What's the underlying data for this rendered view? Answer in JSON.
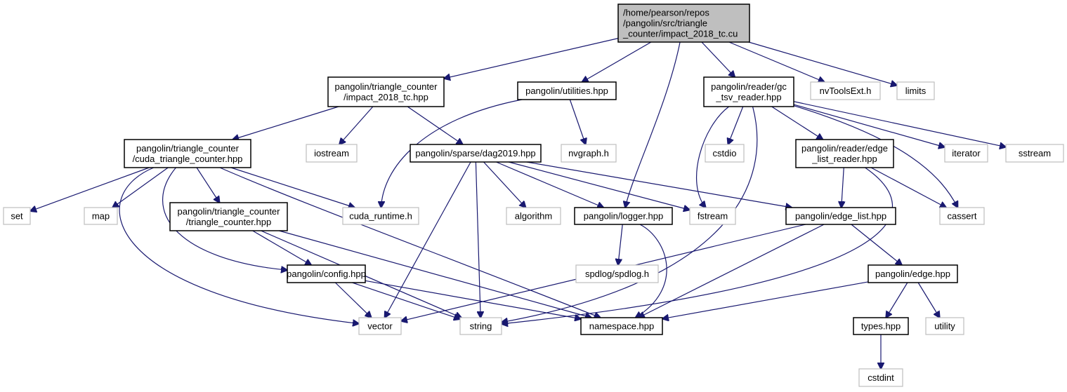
{
  "diagram": {
    "type": "include-dependency-graph",
    "colors": {
      "edge": "#191970",
      "root_fill": "#bfbfbf",
      "root_border": "#000000",
      "documented_border": "#000000",
      "external_border": "#bfbfbf",
      "node_fill": "#ffffff"
    },
    "nodes": [
      {
        "id": "root",
        "kind": "root",
        "lines": [
          "/home/pearson/repos",
          "/pangolin/src/triangle",
          "_counter/impact_2018_tc.cu"
        ]
      },
      {
        "id": "impact_hpp",
        "kind": "documented",
        "lines": [
          "pangolin/triangle_counter",
          "/impact_2018_tc.hpp"
        ]
      },
      {
        "id": "utilities",
        "kind": "documented",
        "lines": [
          "pangolin/utilities.hpp"
        ]
      },
      {
        "id": "gc_tsv",
        "kind": "documented",
        "lines": [
          "pangolin/reader/gc",
          "_tsv_reader.hpp"
        ]
      },
      {
        "id": "nvtools",
        "kind": "external",
        "lines": [
          "nvToolsExt.h"
        ]
      },
      {
        "id": "limits",
        "kind": "external",
        "lines": [
          "limits"
        ]
      },
      {
        "id": "cuda_tc",
        "kind": "documented",
        "lines": [
          "pangolin/triangle_counter",
          "/cuda_triangle_counter.hpp"
        ]
      },
      {
        "id": "iostream",
        "kind": "external",
        "lines": [
          "iostream"
        ]
      },
      {
        "id": "dag2019",
        "kind": "documented",
        "lines": [
          "pangolin/sparse/dag2019.hpp"
        ]
      },
      {
        "id": "nvgraph",
        "kind": "external",
        "lines": [
          "nvgraph.h"
        ]
      },
      {
        "id": "cstdio",
        "kind": "external",
        "lines": [
          "cstdio"
        ]
      },
      {
        "id": "edge_list_reader",
        "kind": "documented",
        "lines": [
          "pangolin/reader/edge",
          "_list_reader.hpp"
        ]
      },
      {
        "id": "iterator",
        "kind": "external",
        "lines": [
          "iterator"
        ]
      },
      {
        "id": "sstream",
        "kind": "external",
        "lines": [
          "sstream"
        ]
      },
      {
        "id": "set",
        "kind": "external",
        "lines": [
          "set"
        ]
      },
      {
        "id": "map",
        "kind": "external",
        "lines": [
          "map"
        ]
      },
      {
        "id": "tc_hpp",
        "kind": "documented",
        "lines": [
          "pangolin/triangle_counter",
          "/triangle_counter.hpp"
        ]
      },
      {
        "id": "cuda_runtime",
        "kind": "external",
        "lines": [
          "cuda_runtime.h"
        ]
      },
      {
        "id": "algorithm",
        "kind": "external",
        "lines": [
          "algorithm"
        ]
      },
      {
        "id": "logger",
        "kind": "documented",
        "lines": [
          "pangolin/logger.hpp"
        ]
      },
      {
        "id": "fstream",
        "kind": "external",
        "lines": [
          "fstream"
        ]
      },
      {
        "id": "edge_list",
        "kind": "documented",
        "lines": [
          "pangolin/edge_list.hpp"
        ]
      },
      {
        "id": "cassert",
        "kind": "external",
        "lines": [
          "cassert"
        ]
      },
      {
        "id": "config",
        "kind": "documented",
        "lines": [
          "pangolin/config.hpp"
        ]
      },
      {
        "id": "spdlog",
        "kind": "external",
        "lines": [
          "spdlog/spdlog.h"
        ]
      },
      {
        "id": "edge",
        "kind": "documented",
        "lines": [
          "pangolin/edge.hpp"
        ]
      },
      {
        "id": "vector",
        "kind": "external",
        "lines": [
          "vector"
        ]
      },
      {
        "id": "string",
        "kind": "external",
        "lines": [
          "string"
        ]
      },
      {
        "id": "namespace",
        "kind": "documented",
        "lines": [
          "namespace.hpp"
        ]
      },
      {
        "id": "types",
        "kind": "documented",
        "lines": [
          "types.hpp"
        ]
      },
      {
        "id": "utility",
        "kind": "external",
        "lines": [
          "utility"
        ]
      },
      {
        "id": "cstdint",
        "kind": "external",
        "lines": [
          "cstdint"
        ]
      }
    ],
    "edges": [
      [
        "root",
        "impact_hpp"
      ],
      [
        "root",
        "utilities"
      ],
      [
        "root",
        "logger"
      ],
      [
        "root",
        "gc_tsv"
      ],
      [
        "root",
        "nvtools"
      ],
      [
        "root",
        "limits"
      ],
      [
        "impact_hpp",
        "cuda_tc"
      ],
      [
        "impact_hpp",
        "iostream"
      ],
      [
        "impact_hpp",
        "dag2019"
      ],
      [
        "utilities",
        "cuda_runtime"
      ],
      [
        "utilities",
        "nvgraph"
      ],
      [
        "gc_tsv",
        "fstream"
      ],
      [
        "gc_tsv",
        "cstdio"
      ],
      [
        "gc_tsv",
        "string"
      ],
      [
        "gc_tsv",
        "edge_list_reader"
      ],
      [
        "gc_tsv",
        "iterator"
      ],
      [
        "gc_tsv",
        "sstream"
      ],
      [
        "gc_tsv",
        "cassert"
      ],
      [
        "cuda_tc",
        "set"
      ],
      [
        "cuda_tc",
        "map"
      ],
      [
        "cuda_tc",
        "vector"
      ],
      [
        "cuda_tc",
        "config"
      ],
      [
        "cuda_tc",
        "tc_hpp"
      ],
      [
        "cuda_tc",
        "cuda_runtime"
      ],
      [
        "cuda_tc",
        "namespace"
      ],
      [
        "dag2019",
        "vector"
      ],
      [
        "dag2019",
        "string"
      ],
      [
        "dag2019",
        "algorithm"
      ],
      [
        "dag2019",
        "logger"
      ],
      [
        "dag2019",
        "fstream"
      ],
      [
        "dag2019",
        "edge_list"
      ],
      [
        "edge_list_reader",
        "edge_list"
      ],
      [
        "edge_list_reader",
        "cassert"
      ],
      [
        "edge_list_reader",
        "string"
      ],
      [
        "tc_hpp",
        "config"
      ],
      [
        "tc_hpp",
        "string"
      ],
      [
        "tc_hpp",
        "namespace"
      ],
      [
        "logger",
        "spdlog"
      ],
      [
        "logger",
        "namespace"
      ],
      [
        "edge_list",
        "vector"
      ],
      [
        "edge_list",
        "namespace"
      ],
      [
        "edge_list",
        "edge"
      ],
      [
        "config",
        "vector"
      ],
      [
        "config",
        "string"
      ],
      [
        "config",
        "namespace"
      ],
      [
        "edge",
        "namespace"
      ],
      [
        "edge",
        "types"
      ],
      [
        "edge",
        "utility"
      ],
      [
        "types",
        "cstdint"
      ]
    ]
  }
}
